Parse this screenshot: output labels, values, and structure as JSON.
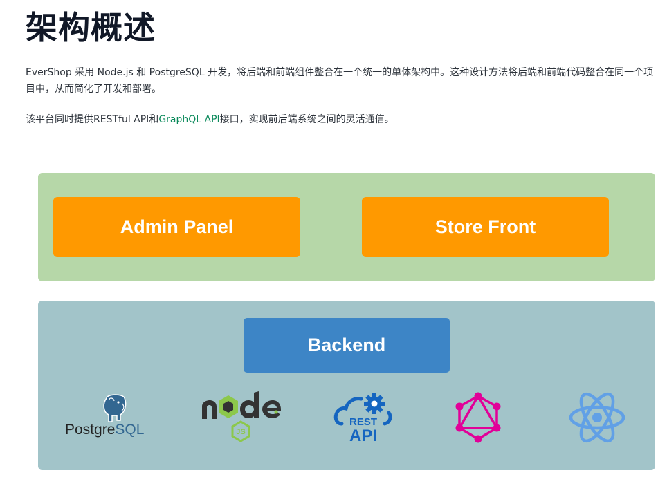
{
  "title": "架构概述",
  "intro": {
    "paragraph1": "EverShop 采用 Node.js 和 PostgreSQL 开发，将后端和前端组件整合在一个统一的单体架构中。这种设计方法将后端和前端代码整合在同一个项目中，从而简化了开发和部署。",
    "paragraph2_prefix": "该平台同时提供RESTful API和",
    "paragraph2_link": "GraphQL API",
    "paragraph2_suffix": "接口，实现前后端系统之间的灵活通信。"
  },
  "diagram": {
    "frontend_boxes": [
      "Admin Panel",
      "Store Front"
    ],
    "backend_box": "Backend",
    "tech_logos": {
      "postgres": {
        "text_main": "Postgre",
        "text_accent": "SQL",
        "icon": "postgresql-elephant-icon"
      },
      "node": {
        "icon": "nodejs-icon",
        "badge": "JS"
      },
      "rest": {
        "line1": "REST",
        "line2": "API",
        "icon": "rest-api-cloud-gear-icon"
      },
      "graphql": {
        "icon": "graphql-icon"
      },
      "react": {
        "icon": "react-atom-icon"
      }
    },
    "colors": {
      "frontend_panel": "#b6d7a8",
      "backend_panel": "#a2c4c9",
      "orange_box": "#ff9900",
      "blue_box": "#3d85c6",
      "link": "#0b8a5b",
      "graphql": "#e10098",
      "react": "#61a0e6",
      "node_green": "#8cc84b",
      "postgres_blue": "#336791"
    }
  }
}
